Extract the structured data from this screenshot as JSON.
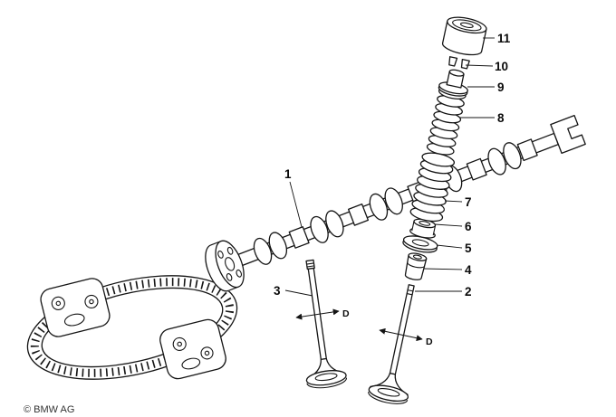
{
  "canvas": {
    "background": "#ffffff",
    "ink": "#141414"
  },
  "footer": {
    "copyright": "© BMW AG"
  },
  "callouts": {
    "c1": "1",
    "c2": "2",
    "c3": "3",
    "c4": "4",
    "c5": "5",
    "c6": "6",
    "c7": "7",
    "c8": "8",
    "c9": "9",
    "c10": "10",
    "c11": "11"
  },
  "dimensions": {
    "left_valve": "D",
    "right_valve": "D"
  }
}
